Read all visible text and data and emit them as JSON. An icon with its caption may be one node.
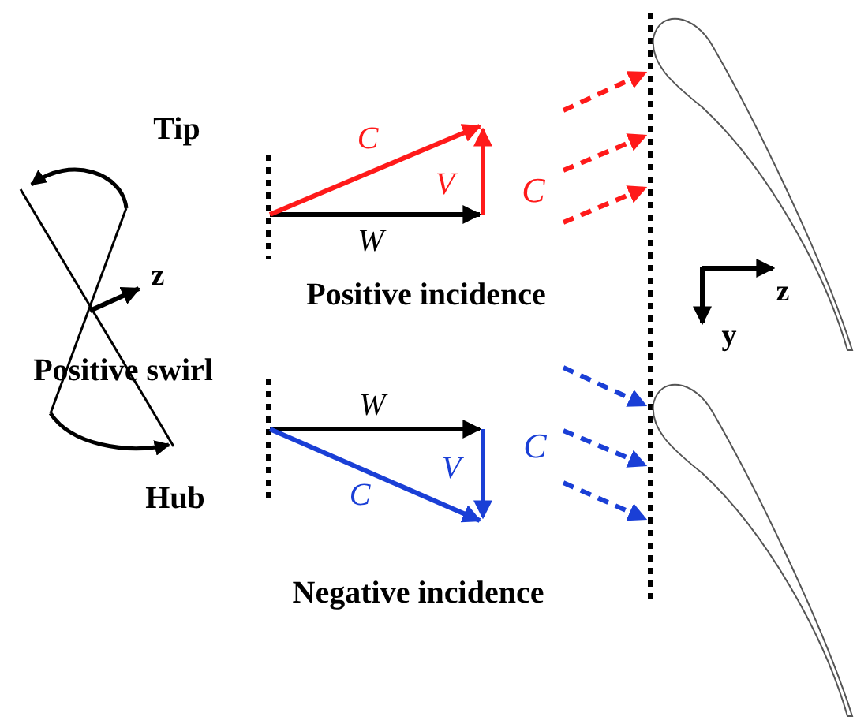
{
  "diagram": {
    "labels": [
      "Tip",
      "C",
      "V",
      "C",
      "W",
      "z",
      "Positive incidence",
      "z",
      "Positive swirl",
      "y",
      "W",
      "V",
      "C",
      "C",
      "Hub",
      "Negative incidence"
    ]
  }
}
